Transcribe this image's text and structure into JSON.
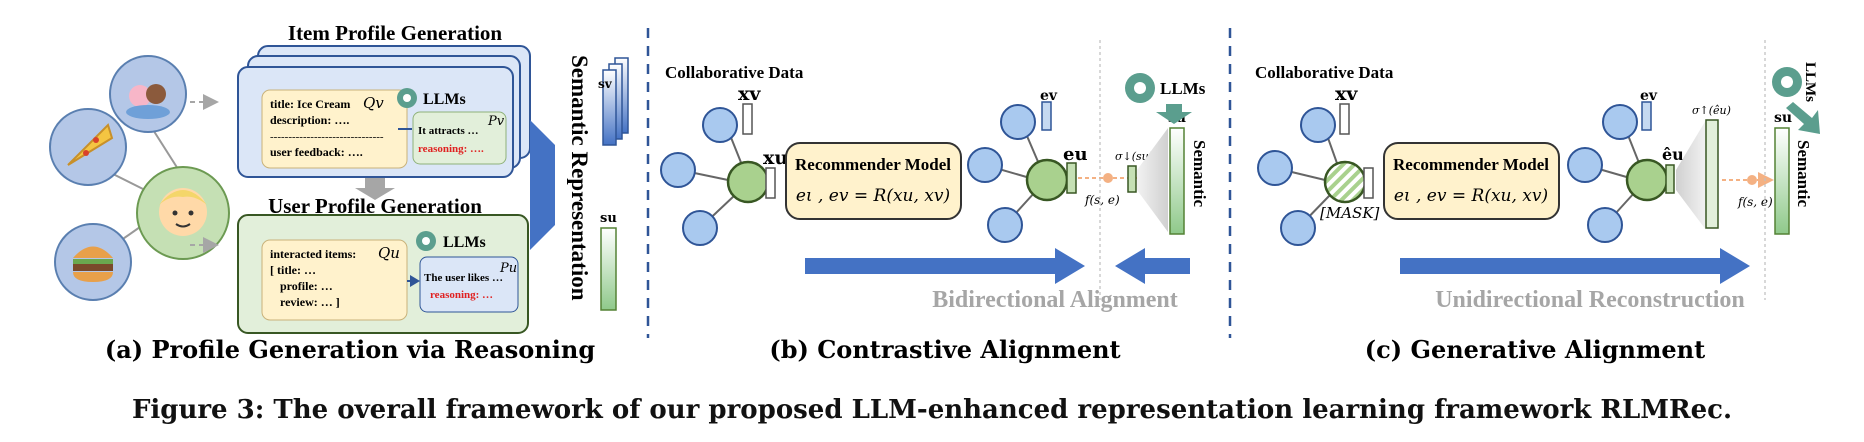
{
  "panel_a": {
    "title_item": "Item Profile Generation",
    "title_user": "User Profile Generation",
    "item_box": {
      "line1": "title: Ice Cream",
      "line2": "description: ….",
      "line3": "-------------------------------",
      "line4": "user feedback: ….",
      "query": "Qv"
    },
    "user_box": {
      "line1": "interacted items:",
      "line2": "[ title: …",
      "line3": "profile: …",
      "line4": "review: … ]",
      "query": "Qu"
    },
    "llms_label": "LLMs",
    "item_output": {
      "text": "It attracts …",
      "reasoning": "reasoning: ….",
      "symbol": "Pv"
    },
    "user_output": {
      "text": "The user likes …",
      "reasoning": "reasoning: …",
      "symbol": "Pu"
    },
    "semantic_label": "Semantic Representation",
    "sv_label": "sv",
    "su_label": "su",
    "caption": "(a) Profile Generation via Reasoning"
  },
  "panel_b": {
    "collab_label": "Collaborative Data",
    "xv": "xv",
    "xu": "xu",
    "model_title": "Recommender Model",
    "model_formula": "eι , ev = R(xu, xv)",
    "ev": "ev",
    "eu": "eu",
    "llms_label": "LLMs",
    "su": "su",
    "sigma_label": "σ↓(su)",
    "f_label": "f(s, e)",
    "semantic_label": "Semantic",
    "align_label": "Bidirectional Alignment",
    "caption": "(b) Contrastive Alignment"
  },
  "panel_c": {
    "collab_label": "Collaborative Data",
    "xv": "xv",
    "mask_label": "[MASK]",
    "model_title": "Recommender Model",
    "model_formula": "eι , ev = R(xu, xv)",
    "ev": "ev",
    "eu_hat": "êu",
    "llms_label": "LLMs",
    "su": "su",
    "sigma_label": "σ↑(êu)",
    "f_label": "f(s, e)",
    "semantic_label": "Semantic",
    "align_label": "Unidirectional Reconstruction",
    "caption": "(c) Generative Alignment"
  },
  "figure_caption": "Figure 3: The overall framework of our proposed LLM-enhanced representation learning framework RLMRec.",
  "colors": {
    "node_blue": "#a9c9ef",
    "node_green": "#a9d18e",
    "model_yellow": "#fff2cc",
    "item_bg": "#dbe6f7",
    "user_bg": "#e2efda",
    "arrow_blue": "#4472c4",
    "dashed_blue": "#2f5597",
    "gray_text": "#a6a6a6",
    "red_text": "#e02020",
    "teal": "#5b9e8e"
  }
}
